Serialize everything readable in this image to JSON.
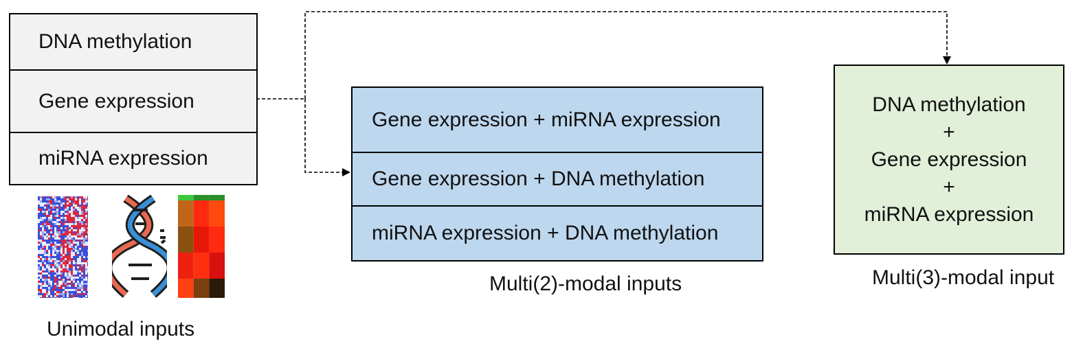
{
  "unimodal": {
    "rows": [
      "DNA methylation",
      "Gene expression",
      "miRNA expression"
    ],
    "caption": "Unimodal inputs"
  },
  "multi2": {
    "rows": [
      "Gene expression + miRNA expression",
      "Gene expression + DNA methylation",
      "miRNA expression + DNA methylation"
    ],
    "caption": "Multi(2)-modal inputs"
  },
  "multi3": {
    "lines": [
      "DNA methylation",
      "+",
      "Gene expression",
      "+",
      "miRNA expression"
    ],
    "caption": "Multi(3)-modal input"
  },
  "colors": {
    "unimodal_fill": "#f2f2f2",
    "multi2_fill": "#bdd7ee",
    "multi3_fill": "#e2efd9",
    "border": "#000000"
  },
  "icons": [
    "heatmap-icon",
    "dna-helix-icon",
    "expression-heatmap-icon"
  ]
}
